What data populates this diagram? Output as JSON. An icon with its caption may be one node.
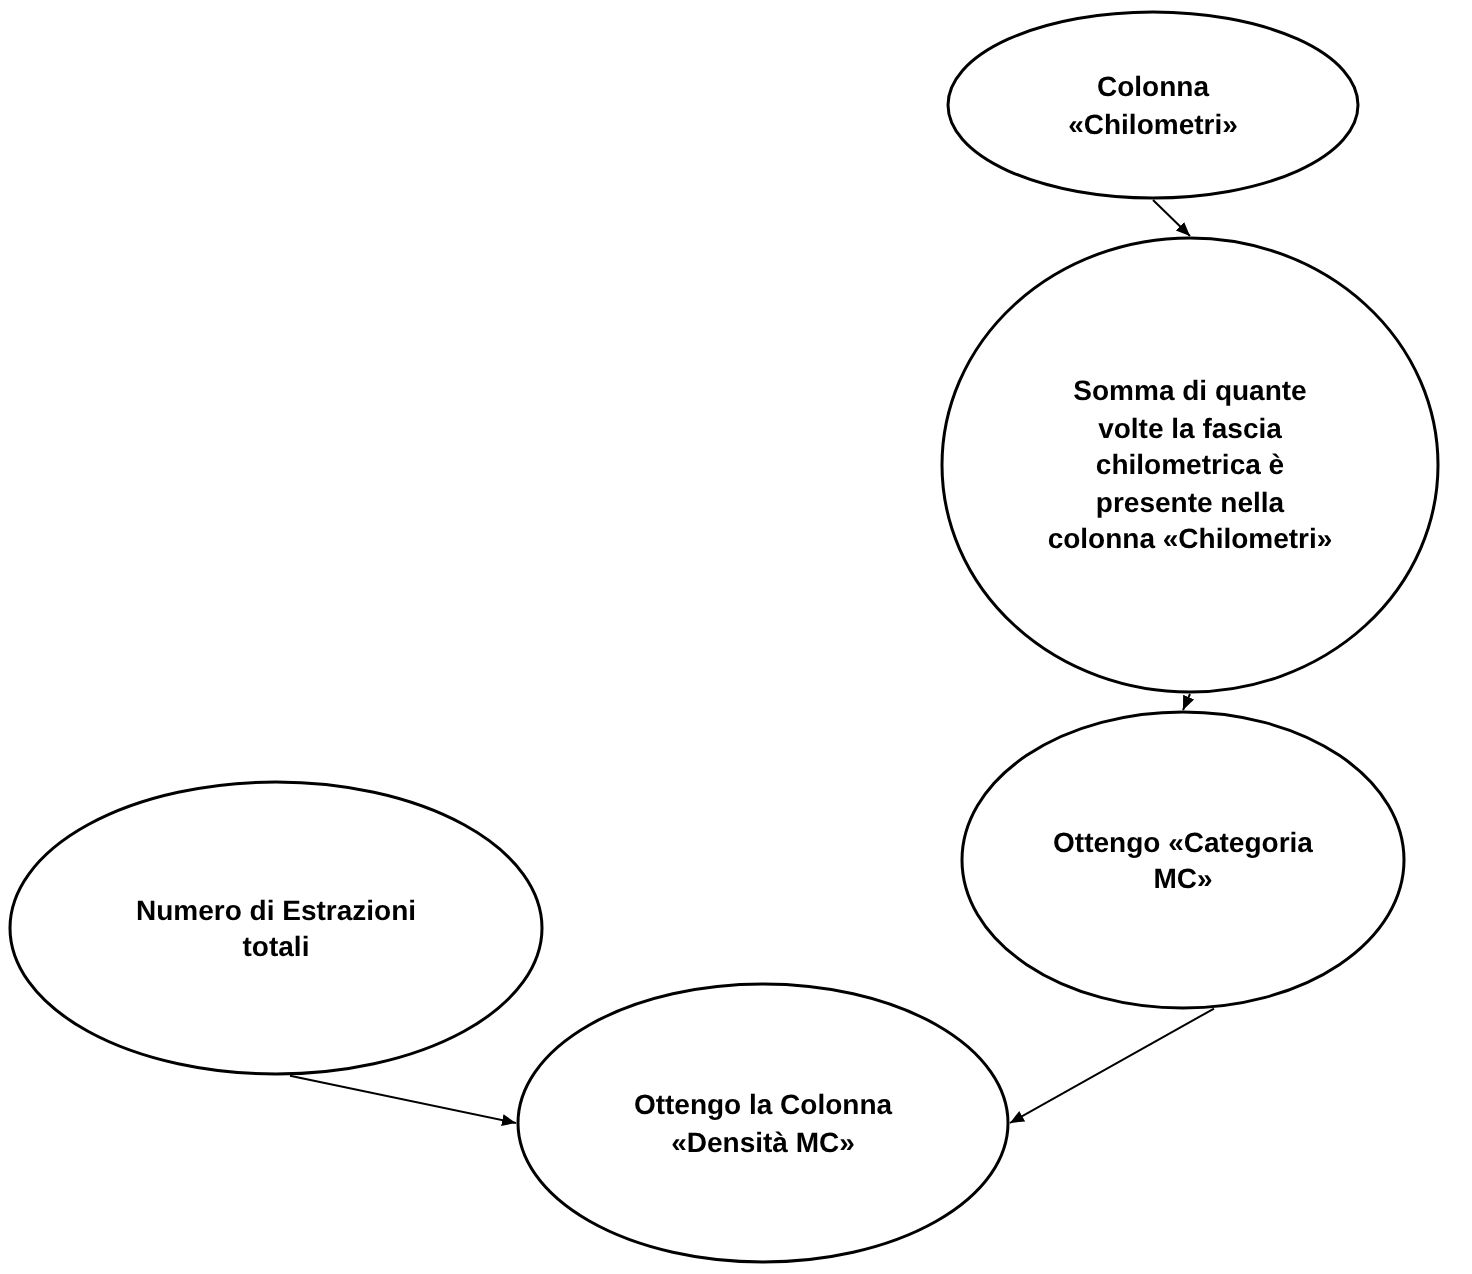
{
  "diagram": {
    "nodes": [
      {
        "text": [
          "Colonna «Chilometri»"
        ]
      },
      {
        "text": [
          "Somma di quante volte la fascia chilometrica è presente nella colonna «Chilometri»"
        ]
      },
      {
        "text": [
          "Ottengo «Categoria MC»"
        ]
      },
      {
        "text": [
          "Numero di Estrazioni totali"
        ]
      },
      {
        "text": [
          "Ottengo la Colonna «Densità MC»"
        ]
      }
    ],
    "edges": [
      {
        "from": 0,
        "to": 1,
        "arrow": "to"
      },
      {
        "from": 1,
        "to": 2,
        "arrow": "to"
      },
      {
        "from": 3,
        "to": 4,
        "arrow": "to"
      },
      {
        "from": 2,
        "to": 4,
        "arrow": "to"
      }
    ]
  }
}
